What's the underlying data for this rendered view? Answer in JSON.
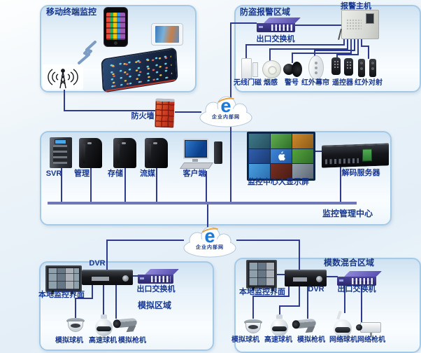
{
  "mobile_box": {
    "title": "移动终端监控"
  },
  "alarm_box": {
    "title": "防盗报警区域",
    "host_label": "报警主机",
    "switch_label": "出口交换机",
    "devices": [
      "无线门磁",
      "烟感",
      "警号",
      "红外幕帘",
      "遥控器",
      "红外对射"
    ]
  },
  "firewall": {
    "label": "防火墙"
  },
  "clouds": {
    "top_label": "企业内部网",
    "bottom_label": "企业内部网"
  },
  "center_box": {
    "title": "监控管理中心",
    "servers": [
      "SVR",
      "管理",
      "存储",
      "流媒"
    ],
    "client_label": "客户端",
    "wall_label": "监控中心大显示屏",
    "decoder_label": "解码服务器"
  },
  "analog_box": {
    "title": "模拟区域",
    "dvr_label": "DVR",
    "switch_label": "出口交换机",
    "monitor_label": "本地监控界面",
    "cameras": [
      "模拟球机",
      "高速球机",
      "模拟枪机"
    ]
  },
  "hybrid_box": {
    "title": "模数混合区域",
    "dvr_label": "DVR",
    "switch_label": "出口交换机",
    "monitor_label": "本地监控界面",
    "cameras": [
      "模拟球机",
      "高速球机",
      "模拟枪机",
      "网络球机",
      "网络枪机"
    ]
  }
}
